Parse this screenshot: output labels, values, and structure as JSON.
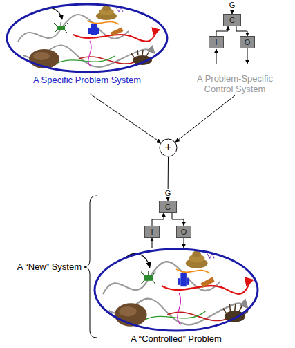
{
  "diagram": {
    "caption": "A “Controlled” Problem",
    "nodes": [
      {
        "text": [
          "A Specific Problem System"
        ]
      },
      {
        "text": [
          "A Problem-Specific Control System"
        ]
      },
      {
        "text": [
          "C"
        ],
        "in": 1
      },
      {
        "text": [
          "I"
        ],
        "in": 1
      },
      {
        "text": [
          "O"
        ],
        "in": 1
      },
      {
        "text": [
          "+"
        ]
      },
      {
        "text": [
          "C"
        ]
      },
      {
        "text": [
          "I"
        ]
      },
      {
        "text": [
          "O"
        ]
      },
      {
        "text": [
          "A “Controlled” Problem"
        ]
      }
    ],
    "edges": [
      {
        "from": 0,
        "to": 5,
        "arrow": "to"
      },
      {
        "from": 1,
        "to": 5,
        "arrow": "to"
      },
      {
        "from": 3,
        "to": 2,
        "arrow": "to"
      },
      {
        "from": 2,
        "to": 4,
        "arrow": "to"
      },
      {
        "from": 5,
        "to": 6,
        "arrow": "to"
      },
      {
        "from": 7,
        "to": 6,
        "arrow": "to"
      },
      {
        "from": 6,
        "to": 8,
        "arrow": "to"
      },
      {
        "from": 9,
        "to": 7,
        "arrow": "to"
      },
      {
        "from": 8,
        "to": 9,
        "arrow": "to"
      }
    ],
    "labels": [
      "G",
      "G",
      "A “New” System"
    ]
  }
}
